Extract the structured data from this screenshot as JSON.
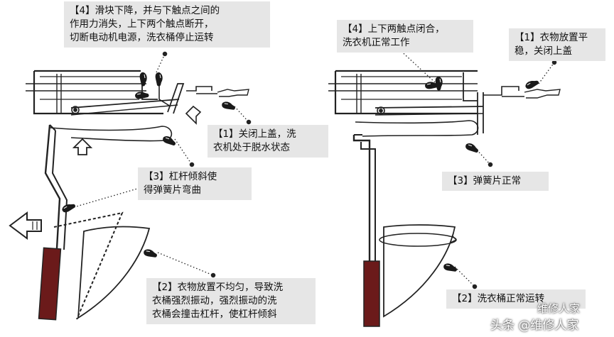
{
  "colors": {
    "callout_bg": "#e6e6e6",
    "line": "#222222",
    "counterweight": "#6b1a1a"
  },
  "left": {
    "callouts": {
      "c4": [
        "【4】滑块下降，并与下触点之间的",
        "作用力消失，上下两个触点断开，",
        "切断电动机电源，洗衣桶停止运转"
      ],
      "c1": [
        "【1】关闭上盖，洗",
        "衣机处于脱水状态"
      ],
      "c3": [
        "【3】杠杆倾斜使",
        "得弹簧片弯曲"
      ],
      "c2": [
        "【2】衣物放置不均匀，导致洗",
        "衣桶强烈振动，强烈振动的洗",
        "衣桶会撞击杠杆，使杠杆倾斜"
      ]
    }
  },
  "right": {
    "callouts": {
      "c4": [
        "【4】上下两触点闭合，",
        "洗衣机正常工作"
      ],
      "c1": [
        "【1】衣物放置平",
        "稳，关闭上盖"
      ],
      "c3": [
        "【3】弹簧片正常"
      ],
      "c2": [
        "【2】洗衣桶正常运转"
      ]
    }
  },
  "watermark": {
    "top": "维修人家",
    "bottom": "头条 @维修人家"
  },
  "icons": [
    "pointing-hand-icon",
    "arrow-left-icon",
    "arrow-up-icon",
    "arrow-down-right-icon",
    "rotation-arrow-icon"
  ]
}
